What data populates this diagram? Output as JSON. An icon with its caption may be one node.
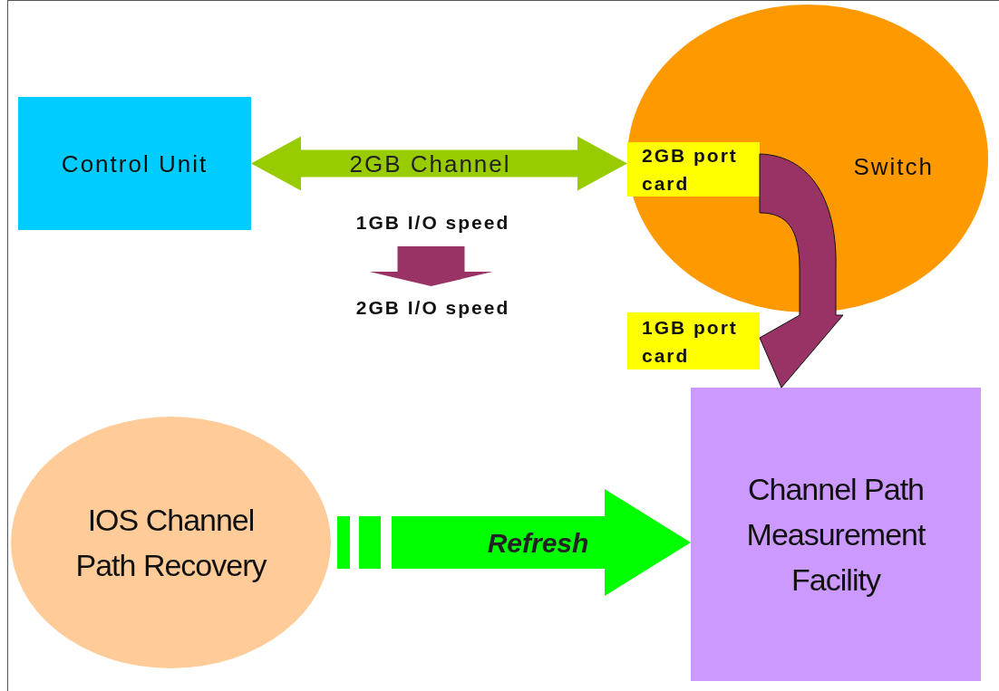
{
  "diagram": {
    "nodes": [
      {
        "text": [
          "Control Unit"
        ]
      },
      {
        "text": [
          "Switch"
        ]
      },
      {
        "text": [
          "2GB port card"
        ],
        "in": 1
      },
      {
        "text": [
          "1GB port card"
        ]
      },
      {
        "text": [
          "IOS Channel Path Recovery"
        ]
      },
      {
        "text": [
          "Channel Path Measurement Facility"
        ]
      },
      {
        "text": [
          "1GB I/O speed"
        ]
      },
      {
        "text": [
          "2GB I/O speed"
        ]
      }
    ],
    "edges": [
      {
        "from": 0,
        "to": 2,
        "arrow": "both",
        "label": "2GB Channel",
        "style": "thick",
        "color": "#99cc00"
      },
      {
        "from": 2,
        "to": 5,
        "arrow": "to",
        "style": "thick",
        "color": "#993366"
      },
      {
        "from": 4,
        "to": 5,
        "arrow": "to",
        "label": "Refresh",
        "style": "dashed",
        "color": "#00ff00"
      },
      {
        "from": 6,
        "to": 7,
        "arrow": "to",
        "style": "thick",
        "color": "#993366"
      }
    ]
  }
}
